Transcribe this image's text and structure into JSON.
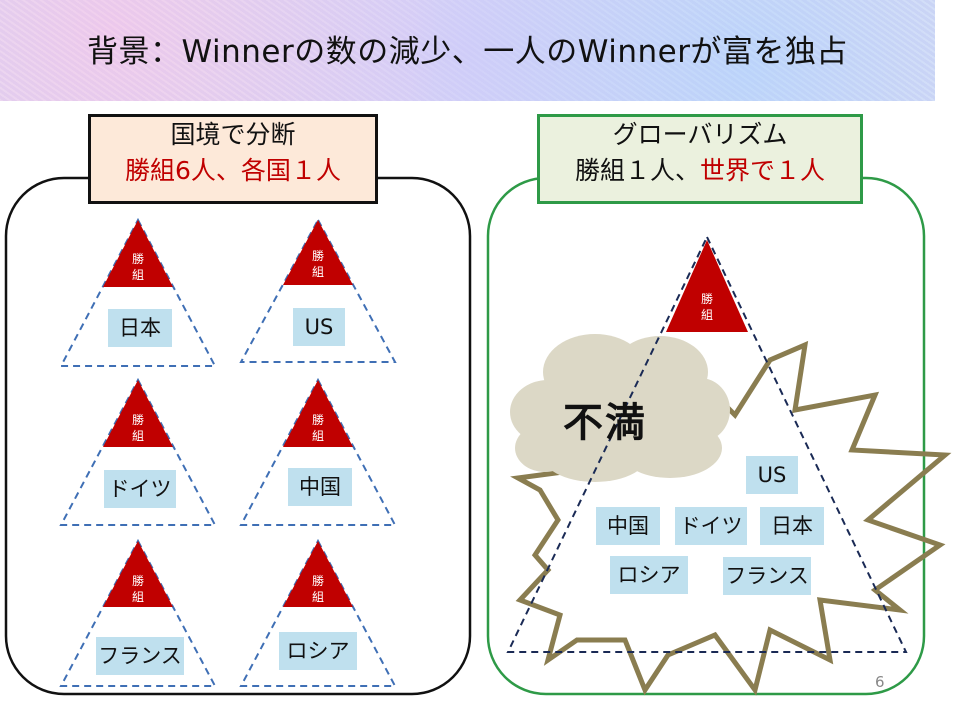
{
  "title": "背景：Winnerの数の減少、一人のWinnerが富を独占",
  "left_panel": {
    "label_line1": "国境で分断",
    "label_line2": "勝組6人、各国１人",
    "pyramids": [
      {
        "tip_line1": "勝",
        "tip_line2": "組",
        "country": "日本"
      },
      {
        "tip_line1": "勝",
        "tip_line2": "組",
        "country": "US"
      },
      {
        "tip_line1": "勝",
        "tip_line2": "組",
        "country": "ドイツ"
      },
      {
        "tip_line1": "勝",
        "tip_line2": "組",
        "country": "中国"
      },
      {
        "tip_line1": "勝",
        "tip_line2": "組",
        "country": "フランス"
      },
      {
        "tip_line1": "勝",
        "tip_line2": "組",
        "country": "ロシア"
      }
    ]
  },
  "right_panel": {
    "label_line1": "グローバリズム",
    "label_line2_part1": "勝組１人、",
    "label_line2_part2": "世界で１人",
    "tip_line1": "勝",
    "tip_line2": "組",
    "discontent": "不満",
    "countries": [
      "US",
      "中国",
      "ドイツ",
      "日本",
      "ロシア",
      "フランス"
    ]
  },
  "page_number": "6",
  "colors": {
    "tip_red": "#c00000",
    "label_blue": "#bfe0ee",
    "dash_blue": "#3f6fb5",
    "dash_navy": "#1a2a55",
    "burst_olive": "#8a7d50",
    "cloud": "#dcd8c6",
    "green_border": "#2e9a47"
  }
}
